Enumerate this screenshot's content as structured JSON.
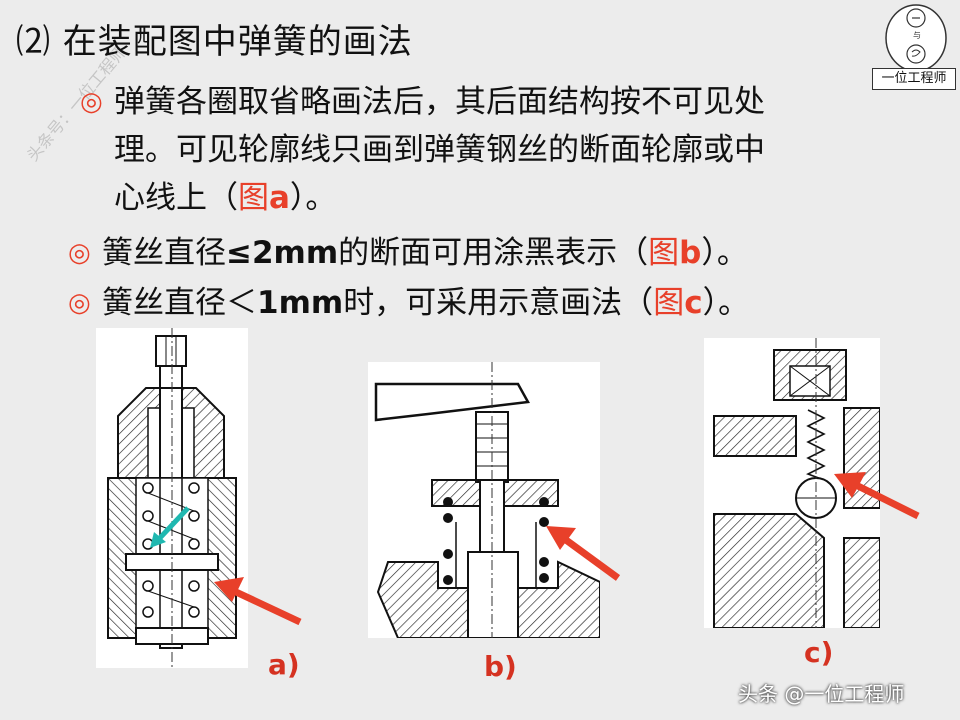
{
  "title": "⑵ 在装配图中弹簧的画法",
  "bullets": [
    {
      "symbol": "◎",
      "lines": [
        "弹簧各圈取省略画法后，其后面结构按不可见处",
        "理。可见轮廓线只画到弹簧钢丝的断面轮廓或中",
        "心线上（"
      ],
      "ref_prefix": "图",
      "ref_letter": "a",
      "after": "）。"
    },
    {
      "symbol": "◎",
      "pre": "簧丝直径",
      "bold": "≤2mm",
      "mid": "的断面可用涂黑表示（",
      "ref_prefix": "图",
      "ref_letter": "b",
      "after": "）。"
    },
    {
      "symbol": "◎",
      "pre": "簧丝直径＜",
      "bold": "1mm",
      "mid": "时，可采用示意画法（",
      "ref_prefix": "图",
      "ref_letter": "c",
      "after": "）。"
    }
  ],
  "figures": [
    {
      "label": "a)"
    },
    {
      "label": "b)"
    },
    {
      "label": "c)"
    }
  ],
  "logo": {
    "text": "一位工程师"
  },
  "watermark": "头条号：一位工程师",
  "footer": "头条 @一位工程师",
  "colors": {
    "accent": "#e8402a",
    "label": "#d53221",
    "background": "#ececec"
  }
}
